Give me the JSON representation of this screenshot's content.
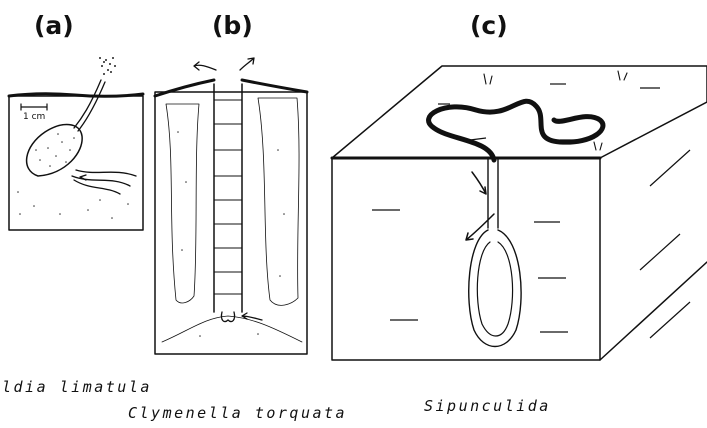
{
  "panels": {
    "a": {
      "label": "(a)",
      "scale_bar_label": "1 cm"
    },
    "b": {
      "label": "(b)"
    },
    "c": {
      "label": "(c)"
    }
  },
  "captions": {
    "yoldia": "ldia limatula",
    "clymenella": "Clymenella torquata",
    "sipunculida": "Sipunculida"
  }
}
